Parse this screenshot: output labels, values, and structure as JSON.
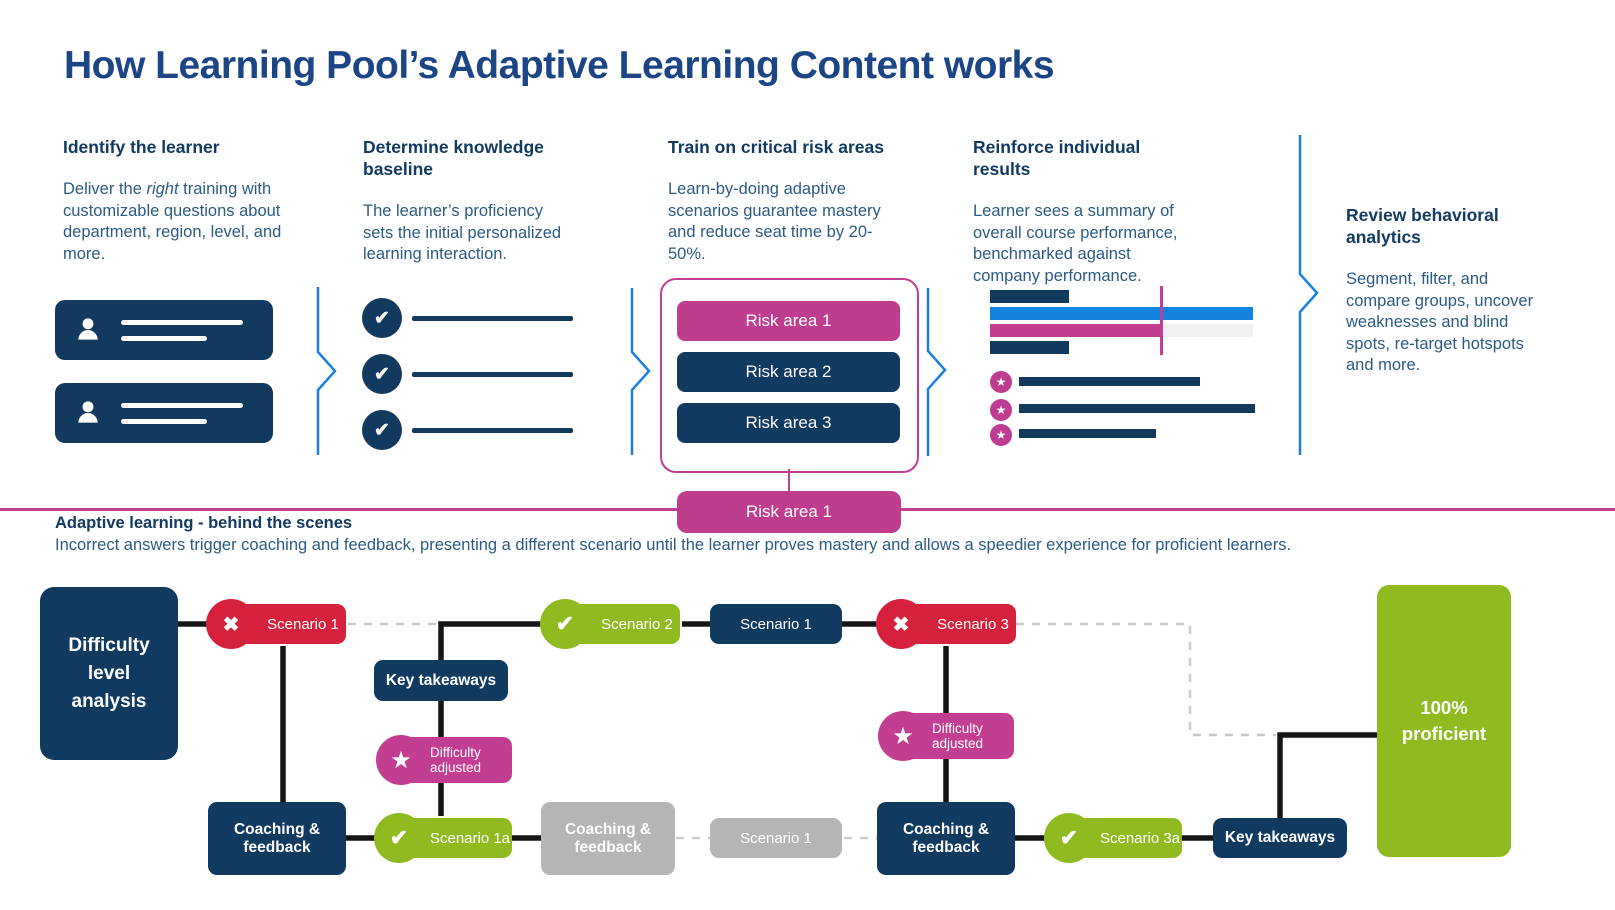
{
  "title": "How Learning Pool’s Adaptive Learning Content works",
  "colors": {
    "navy": "#113a61",
    "magenta": "#c13e90",
    "red": "#d6213c",
    "green": "#8fbb21",
    "blue_bar": "#1584de",
    "light_gray_bar": "#f0f0f3",
    "gray_node": "#b5b5b5",
    "dashed_line": "#c9c9c9",
    "black_line": "#151515",
    "chevron_blue": "#1b80e4",
    "heading_text": "#123a62",
    "body_text": "#2b5b83",
    "title_text": "#1b4584"
  },
  "steps": [
    {
      "heading": "Identify the learner",
      "body_pre": "Deliver the ",
      "body_em": "right",
      "body_post": " training with customizable questions about department, region, level, and more."
    },
    {
      "heading": "Determine knowledge baseline",
      "body": "The learner’s proficiency sets the initial personalized learning interaction."
    },
    {
      "heading": "Train on critical risk areas",
      "body": "Learn-by-doing adaptive scenarios guarantee mastery and reduce seat time by 20-50%.",
      "risk_areas": [
        "Risk area 1",
        "Risk area 2",
        "Risk area 3"
      ]
    },
    {
      "heading": "Reinforce individual results",
      "body": "Learner sees a summary of overall course performance, benchmarked against company performance."
    },
    {
      "heading": "Review behavioral analytics",
      "body": "Segment, filter, and compare groups, uncover weaknesses and blind spots, re-target hotspots and more."
    }
  ],
  "risk_callout": "Risk area 1",
  "behind": {
    "heading": "Adaptive learning - behind the scenes",
    "description": "Incorrect answers trigger coaching and feedback, presenting a different scenario until the learner proves mastery and allows  a speedier experience for proficient learners."
  },
  "flow": {
    "start": "Difficulty level analysis",
    "end": "100% proficient",
    "scenario1": "Scenario 1",
    "scenario2": "Scenario 2",
    "scenario3": "Scenario 3",
    "scenario1a": "Scenario 1a",
    "scenario3a": "Scenario 3a",
    "key_takeaways": "Key takeaways",
    "difficulty_adjusted": "Difficulty adjusted",
    "coaching": "Coaching & feedback"
  },
  "icons": {
    "cross": "✖",
    "check": "✔",
    "star": "★"
  }
}
